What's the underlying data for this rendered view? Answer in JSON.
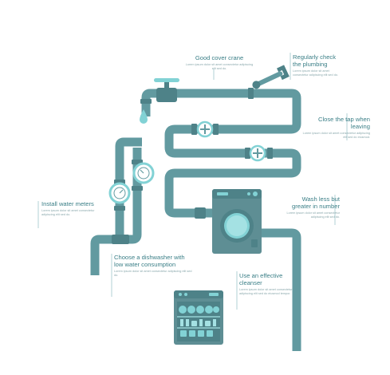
{
  "colors": {
    "pipe": "#629aa0",
    "pipe_dark": "#4e8288",
    "accent": "#82d2d5",
    "appliance": "#5e8e94",
    "text": "#3b7f87",
    "muted": "#8aa8ac"
  },
  "tips": [
    {
      "id": "crane",
      "title": "Good cover crane",
      "desc": "Lorem ipsum dolor sit amet consectetur adipiscing elit sed do."
    },
    {
      "id": "plumbing",
      "title": "Regularly check the plumbing",
      "desc": "Lorem ipsum dolor sit amet consectetur adipiscing elit sed do."
    },
    {
      "id": "tap",
      "title": "Close the tap when leaving",
      "desc": "Lorem ipsum dolor sit amet consectetur adipiscing elit sed do eiusmod."
    },
    {
      "id": "meters",
      "title": "Install water meters",
      "desc": "Lorem ipsum dolor sit amet consectetur adipiscing elit sed do."
    },
    {
      "id": "wash",
      "title": "Wash less but greater in number",
      "desc": "Lorem ipsum dolor sit amet consectetur adipiscing elit sed do."
    },
    {
      "id": "dishwasher",
      "title": "Choose a dishwasher with low water consumption",
      "desc": "Lorem ipsum dolor sit amet consectetur adipiscing elit sed do."
    },
    {
      "id": "cleanser",
      "title": "Use an effective cleanser",
      "desc": "Lorem ipsum dolor sit amet consectetur adipiscing elit sed do eiusmod tempor."
    }
  ]
}
